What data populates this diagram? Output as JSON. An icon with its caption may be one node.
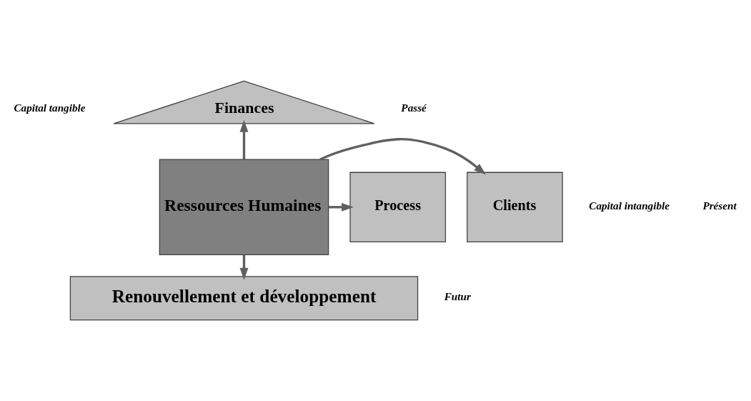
{
  "diagram": {
    "nodes": [
      {
        "text": [
          "Finances"
        ]
      },
      {
        "text": [
          "Clients"
        ]
      },
      {
        "text": [
          "Ressources Humaines"
        ]
      },
      {
        "text": [
          "Process"
        ]
      },
      {
        "text": [
          "Renouvellement et développement"
        ]
      }
    ],
    "edges": [
      {
        "from": 2,
        "to": 0,
        "arrow": "to"
      },
      {
        "from": 2,
        "to": 1,
        "arrow": "to"
      },
      {
        "from": 2,
        "to": 3,
        "arrow": "to"
      },
      {
        "from": 2,
        "to": 4,
        "arrow": "to"
      }
    ],
    "labels": [
      "Capital tangible",
      "Passé",
      "Capital intangible",
      "Présent",
      "Futur"
    ]
  }
}
